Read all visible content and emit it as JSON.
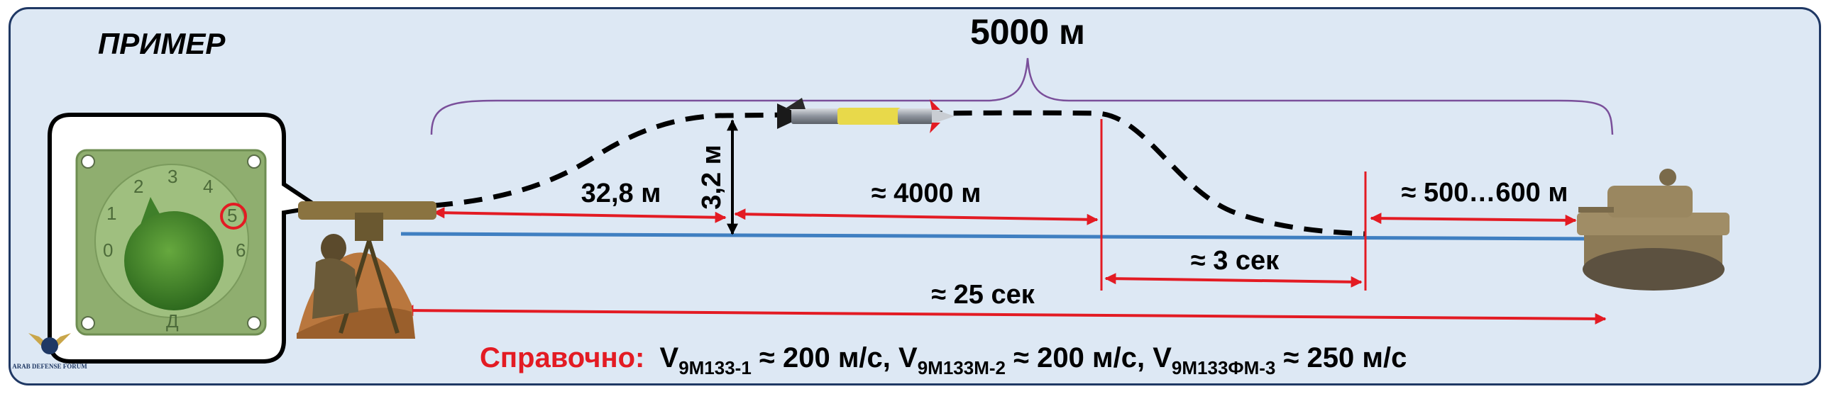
{
  "example_label": "ПРИМЕР",
  "total_distance": "5000 м",
  "launch_distance": "32,8 м",
  "flight_height": "3,2 м",
  "cruise_distance": "≈ 4000 м",
  "terminal_distance": "≈ 500…600 м",
  "terminal_time": "≈ 3 сек",
  "total_time": "≈ 25 сек",
  "selector_numbers": [
    "0",
    "1",
    "2",
    "3",
    "4",
    "5",
    "6"
  ],
  "selector_letter": "Д",
  "reference": {
    "prefix": "Справочно:",
    "v1_symbol": "V",
    "v1_sub": "9М133-1",
    "v1_value": " ≈ 200 м/с, ",
    "v2_symbol": "V",
    "v2_sub": "9М133М-2",
    "v2_value": " ≈ 200 м/с, ",
    "v3_symbol": "V",
    "v3_sub": "9М133ФМ-3",
    "v3_value": " ≈ 250 м/с"
  },
  "watermark": "ARAB DEFENSE FORUM",
  "colors": {
    "frame_border": "#1f3864",
    "frame_fill": "#dde8f4",
    "accent_red": "#e31b23",
    "ground_line": "#3f7fc1",
    "brace": "#7a4f9a",
    "selector_green": "#8fae6f"
  }
}
